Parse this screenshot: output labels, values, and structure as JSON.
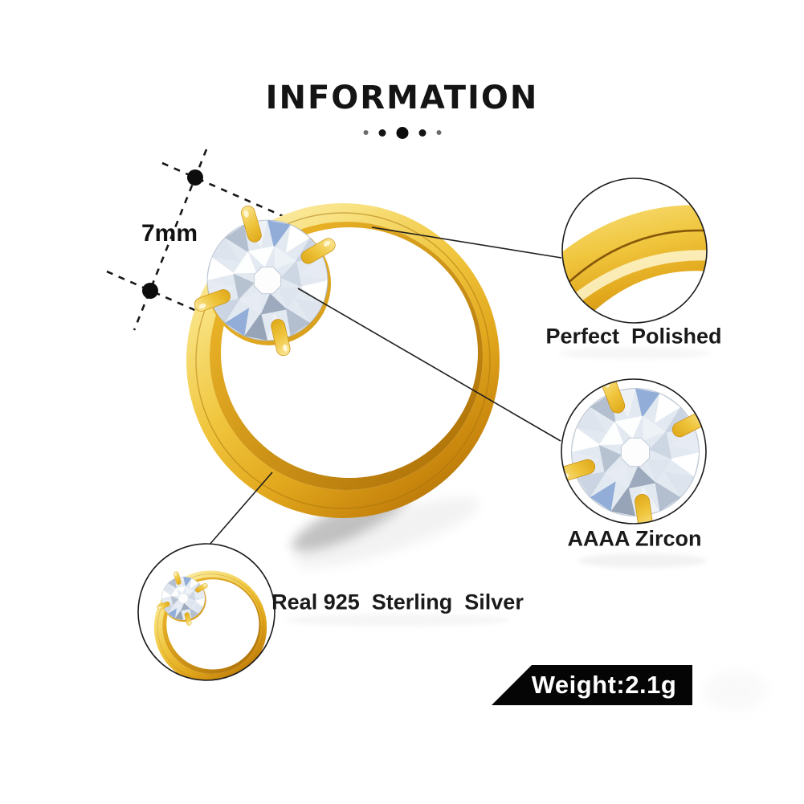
{
  "title": {
    "text": "INFORMATION"
  },
  "measurement": {
    "label": "7mm"
  },
  "callouts": {
    "polish": {
      "label": "Perfect  Polished"
    },
    "zircon": {
      "label": "AAAA Zircon"
    },
    "silver": {
      "label": "Real 925  Sterling  Silver"
    }
  },
  "badge": {
    "label": "Weight:2.1g"
  },
  "theme": {
    "gold_light": "#FCF2BE",
    "gold_pale": "#F8E07C",
    "gold": "#F0C63E",
    "gold_mid": "#E2A81D",
    "gold_deep": "#C8860D",
    "gold_shadow": "#A96C05",
    "gold_crease": "#8F5E04",
    "stone_base": "#E3E9F1",
    "stone_facets": [
      "#FFFFFF",
      "#DDE4EE",
      "#B3BECE",
      "#EEF2F7",
      "#97A4B8",
      "#FFFFFF",
      "#CBD4E2",
      "#E7ECF4"
    ],
    "stone_accent": "#4E7CC2",
    "ink": "#171717",
    "badge_bg": "#050505",
    "badge_text": "#FFFFFF"
  }
}
